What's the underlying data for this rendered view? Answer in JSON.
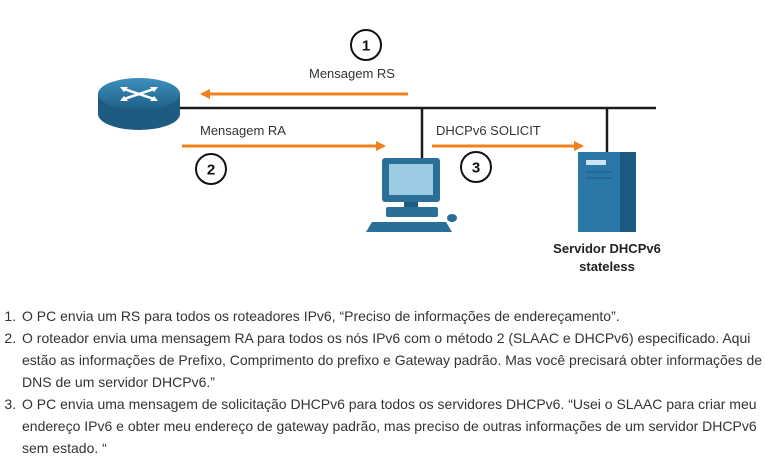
{
  "diagram": {
    "labels": {
      "rs_message": "Mensagem RS",
      "ra_message": "Mensagem RA",
      "dhcp_solicit": "DHCPv6 SOLICIT",
      "server_name_line1": "Servidor DHCPv6",
      "server_name_line2": "stateless"
    },
    "step_markers": [
      "1",
      "2",
      "3"
    ],
    "icons": [
      "router-icon",
      "pc-icon",
      "server-icon"
    ],
    "colors": {
      "arrow": "#f0821e",
      "network_line": "#1a1a1a",
      "device_blue": "#2a6f97"
    }
  },
  "steps": [
    "O PC envia um RS para todos os roteadores IPv6, “Preciso de informações de endereçamento”.",
    "O roteador envia uma mensagem RA para todos os nós IPv6 com o método 2 (SLAAC e DHCPv6) especificado. Aqui estão as informações de Prefixo, Comprimento do prefixo e Gateway padrão. Mas você precisará obter informações de DNS de um servidor DHCPv6.”",
    "O PC envia uma mensagem de solicitação DHCPv6 para todos os servidores DHCPv6. “Usei o SLAAC para criar meu endereço IPv6 e obter meu endereço de gateway padrão, mas preciso de outras informações de um servidor DHCPv6 sem estado. “"
  ]
}
